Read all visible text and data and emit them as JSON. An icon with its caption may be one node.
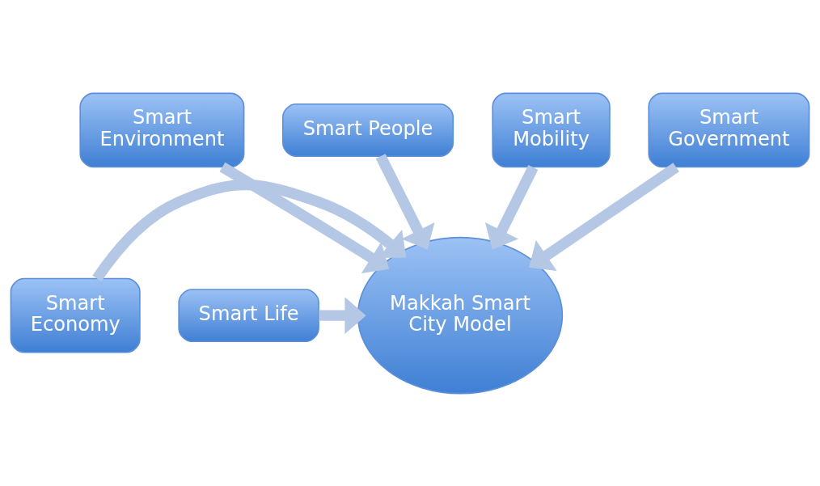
{
  "diagram": {
    "nodes": [
      {
        "text": [
          "Smart Economy"
        ]
      },
      {
        "text": [
          "Smart Environment"
        ]
      },
      {
        "text": [
          "Smart People"
        ]
      },
      {
        "text": [
          "Smart Mobility"
        ]
      },
      {
        "text": [
          "Smart Government"
        ]
      },
      {
        "text": [
          "Smart Life"
        ]
      },
      {
        "text": [
          "Makkah Smart City Model"
        ]
      }
    ],
    "edges": [
      {
        "from": 0,
        "to": 6,
        "arrow": "to"
      },
      {
        "from": 1,
        "to": 6,
        "arrow": "to"
      },
      {
        "from": 2,
        "to": 6,
        "arrow": "to"
      },
      {
        "from": 3,
        "to": 6,
        "arrow": "to"
      },
      {
        "from": 4,
        "to": 6,
        "arrow": "to"
      },
      {
        "from": 5,
        "to": 6,
        "arrow": "to"
      }
    ]
  }
}
